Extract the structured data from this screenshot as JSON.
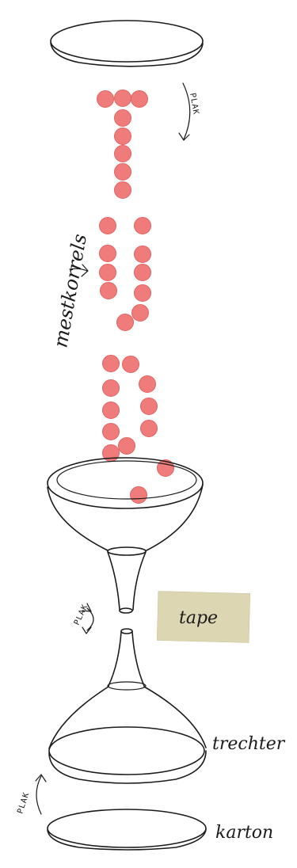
{
  "labels": {
    "plak_top": "PLAK",
    "plak_middle": "PLAK",
    "plak_bottom": "PLAK",
    "mestkorrels": "mestkorrels",
    "tape": "tape",
    "trechter": "trechter",
    "karton": "karton"
  },
  "colors": {
    "pellet": "#f07b7b",
    "pellet_edge": "#e36464",
    "tape": "#ddd6b3",
    "ink": "#1b1b1b"
  }
}
